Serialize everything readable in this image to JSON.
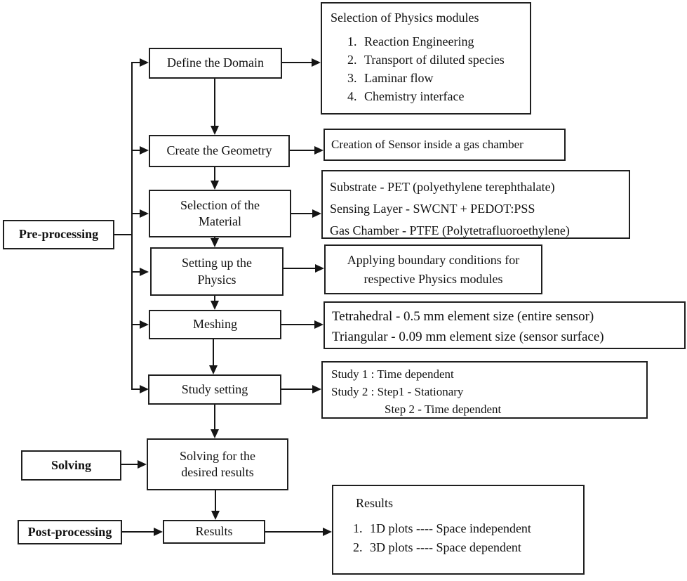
{
  "stages": {
    "pre": {
      "label": "Pre-processing"
    },
    "solving": {
      "label": "Solving"
    },
    "post": {
      "label": "Post-processing"
    }
  },
  "steps": {
    "domain": {
      "label": "Define the Domain"
    },
    "geometry": {
      "label": "Create the Geometry"
    },
    "material": {
      "label": "Selection of the\nMaterial"
    },
    "physics": {
      "label": "Setting up the\nPhysics"
    },
    "meshing": {
      "label": "Meshing"
    },
    "study": {
      "label": "Study setting"
    },
    "solve": {
      "label": "Solving for the\ndesired results"
    },
    "results": {
      "label": "Results"
    }
  },
  "details": {
    "physics_modules": {
      "title": "Selection of Physics modules",
      "items": [
        {
          "num": "1.",
          "text": "Reaction Engineering"
        },
        {
          "num": "2.",
          "text": "Transport of diluted species"
        },
        {
          "num": "3.",
          "text": "Laminar flow"
        },
        {
          "num": "4.",
          "text": "Chemistry interface"
        }
      ]
    },
    "geometry_creation": {
      "text": "Creation of Sensor inside a gas chamber"
    },
    "materials": {
      "lines": [
        "Substrate - PET (polyethylene terephthalate)",
        "Sensing Layer - SWCNT + PEDOT:PSS",
        "Gas Chamber - PTFE (Polytetrafluoroethylene)"
      ]
    },
    "boundary_conditions": {
      "lines": [
        "Applying boundary conditions for",
        "respective Physics modules"
      ]
    },
    "meshing_params": {
      "lines": [
        "Tetrahedral - 0.5 mm element size (entire sensor)",
        "Triangular - 0.09 mm element size (sensor surface)"
      ]
    },
    "study_settings": {
      "lines": [
        "Study 1 : Time dependent",
        "Study 2 : Step1 - Stationary",
        "Step 2 - Time dependent"
      ]
    },
    "results_detail": {
      "title": "Results",
      "items": [
        {
          "num": "1.",
          "text": "1D plots ---- Space independent"
        },
        {
          "num": "2.",
          "text": "3D plots ---- Space dependent"
        }
      ]
    }
  },
  "colors": {
    "line": "#151515",
    "border": "#1f1f1f",
    "text": "#111111",
    "background": "#ffffff"
  }
}
